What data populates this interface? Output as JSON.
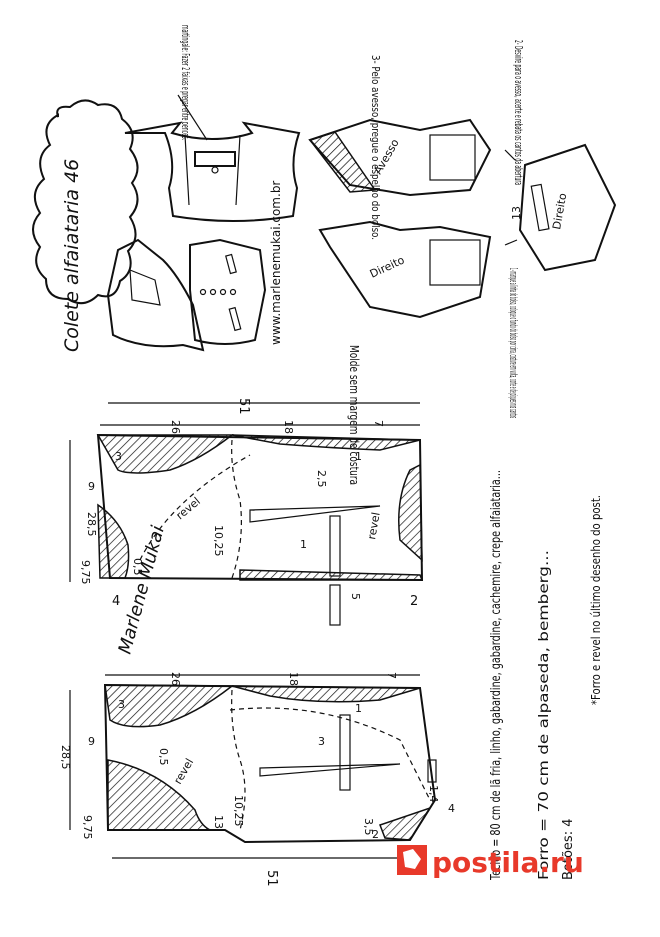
{
  "title": "Colete alfaiataria 46",
  "website": "www.marlenemukai.com.br",
  "mold_note": "Molde sem margem de costura",
  "signature": "Marlene Mukai",
  "martingale_note": "martingale: Fazer 2 faixas e pregar entre pences.",
  "steps": {
    "step1": "1- marque a linha do bolso, coloque o fundo do bolso por cima, costure em volta, corte e de piques nos cantos",
    "step2": "2- Desvire para o avesso, acerte e rebata os cantos da abertura",
    "step3": "3- Pelo avesso, pregue o espelho do bolso."
  },
  "sketch_labels": {
    "avesso": "Avesso",
    "direito_a": "Direito",
    "direito_b": "Direito",
    "width13": "13"
  },
  "materials": {
    "fabric": "Tecido = 80 cm de lã fria, linho, gabardine, gabardine, cachemire, crepe alfaiataria...",
    "lining": "Forro = 70 cm de alpaseda, bemberg...",
    "buttons": "Botões: 4",
    "note": "*Forro e revel no último desenho do post."
  },
  "pattern_top": {
    "width_total": "51",
    "seg_26": "26",
    "seg_18": "18",
    "seg_7": "7",
    "height_285": "28,5",
    "h9": "9",
    "h975": "9,75",
    "h3": "3",
    "h4": "4",
    "h2": "2",
    "h05": "0,5",
    "h1025": "10,25",
    "h25": "2,5",
    "h5": "5",
    "mark1a": "1",
    "mark1b": "1",
    "revel_a": "revel",
    "revel_b": "revel"
  },
  "pattern_bottom": {
    "width_total": "51",
    "seg_26": "26",
    "seg_18": "18",
    "seg_7": "7",
    "height_285": "28,5",
    "h9": "9",
    "h975": "9,75",
    "h3": "3",
    "h13": "13",
    "h1025": "10,25",
    "h35": "3,5",
    "h2": "2",
    "h4": "4",
    "h14": "1,4",
    "h05": "0,5",
    "mark1": "1",
    "mark3": "3",
    "revel": "revel"
  },
  "watermark": "postila.ru"
}
